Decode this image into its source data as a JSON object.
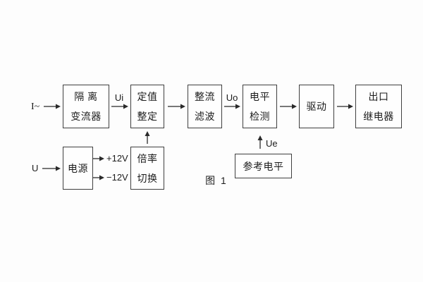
{
  "figure": {
    "caption": "图 1",
    "colors": {
      "line": "#2a2a2a",
      "background": "#fdfdfd",
      "box_border": "#3f3f3f"
    }
  },
  "inputs": {
    "current": "I~",
    "voltage": "U"
  },
  "signals": {
    "ui": "Ui",
    "uo": "Uo",
    "ue": "Ue",
    "plus12": "+12V",
    "minus12": "−12V"
  },
  "blocks": {
    "isolation": {
      "line1": "隔 离",
      "line2": "变流器"
    },
    "setpoint": {
      "line1": "定值",
      "line2": "整定"
    },
    "rectifier": {
      "line1": "整流",
      "line2": "滤波"
    },
    "level": {
      "line1": "电平",
      "line2": "检测"
    },
    "drive": {
      "line1": "驱动"
    },
    "relay": {
      "line1": "出口",
      "line2": "继电器"
    },
    "power": {
      "line1": "电源"
    },
    "rate": {
      "line1": "倍率",
      "line2": "切换"
    },
    "reference": {
      "line1": "参考电平"
    }
  }
}
